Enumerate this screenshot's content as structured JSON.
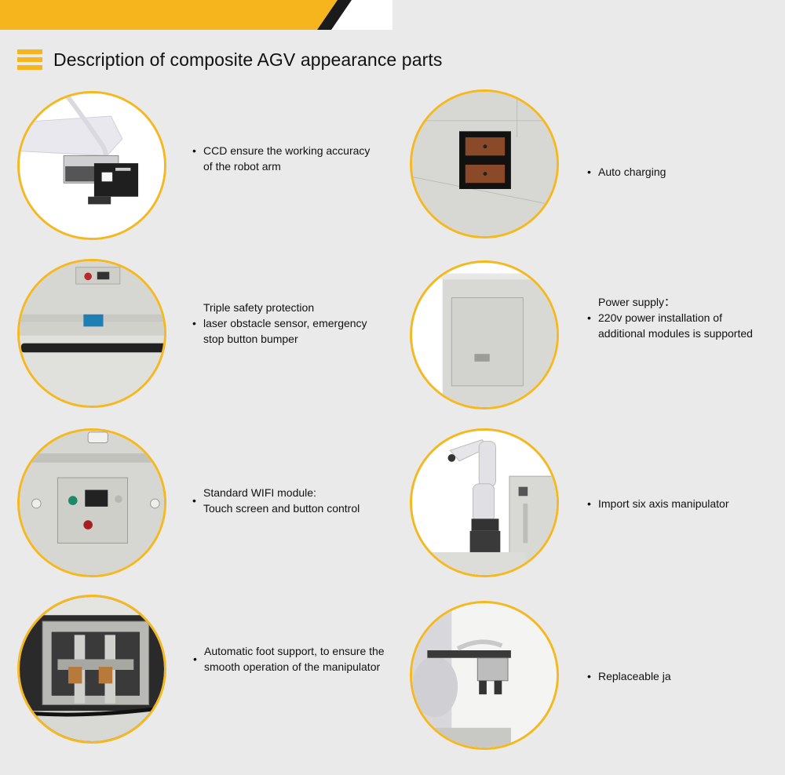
{
  "header": {
    "title": "Description of composite AGV appearance parts"
  },
  "colors": {
    "accent": "#f7b51d",
    "background": "#eaeaea",
    "dark_stripe": "#1b1b1b"
  },
  "items": [
    {
      "lines": [
        "CCD ensure the working accuracy",
        "of the robot arm"
      ],
      "image": "robot-arm-ccd-camera"
    },
    {
      "lines": [
        "Auto charging"
      ],
      "image": "charging-contacts"
    },
    {
      "lines": [
        "Triple safety protection",
        "laser obstacle sensor, emergency",
        "stop button bumper"
      ],
      "image": "safety-bumper"
    },
    {
      "lines": [
        "Power supply：",
        "220v power  installation of",
        "additional modules is supported"
      ],
      "image": "power-supply-cabinet"
    },
    {
      "lines": [
        "Standard WIFI module:",
        "Touch screen and button control"
      ],
      "image": "control-panel"
    },
    {
      "lines": [
        "Import six axis manipulator"
      ],
      "image": "six-axis-manipulator"
    },
    {
      "lines": [
        "Automatic foot support, to ensure the",
        "smooth operation of the manipulator"
      ],
      "image": "foot-support"
    },
    {
      "lines": [
        "Replaceable ja"
      ],
      "image": "replaceable-jaw"
    }
  ]
}
